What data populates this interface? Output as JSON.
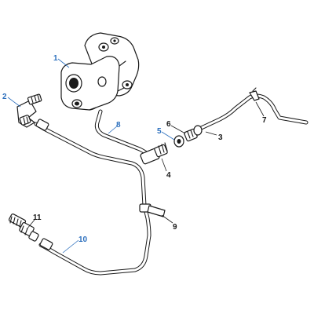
{
  "callouts": {
    "c1": "1",
    "c2": "2",
    "c3": "3",
    "c4": "4",
    "c5": "5",
    "c6": "6",
    "c7": "7",
    "c8": "8",
    "c9": "9",
    "c10": "10",
    "c11": "11"
  },
  "colors": {
    "callout_black": "#1a1a1a",
    "callout_blue": "#2a6ebd"
  }
}
